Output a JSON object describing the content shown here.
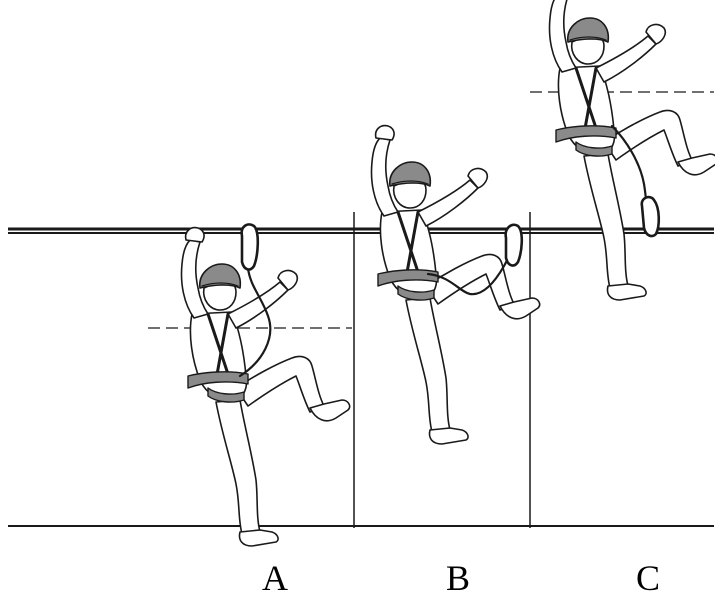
{
  "diagram": {
    "panels": [
      {
        "id": "A",
        "label": "A"
      },
      {
        "id": "B",
        "label": "B"
      },
      {
        "id": "C",
        "label": "C"
      }
    ]
  },
  "colors": {
    "line": "#1a1a1a",
    "strap": "#8a8a8a",
    "background": "#ffffff"
  }
}
